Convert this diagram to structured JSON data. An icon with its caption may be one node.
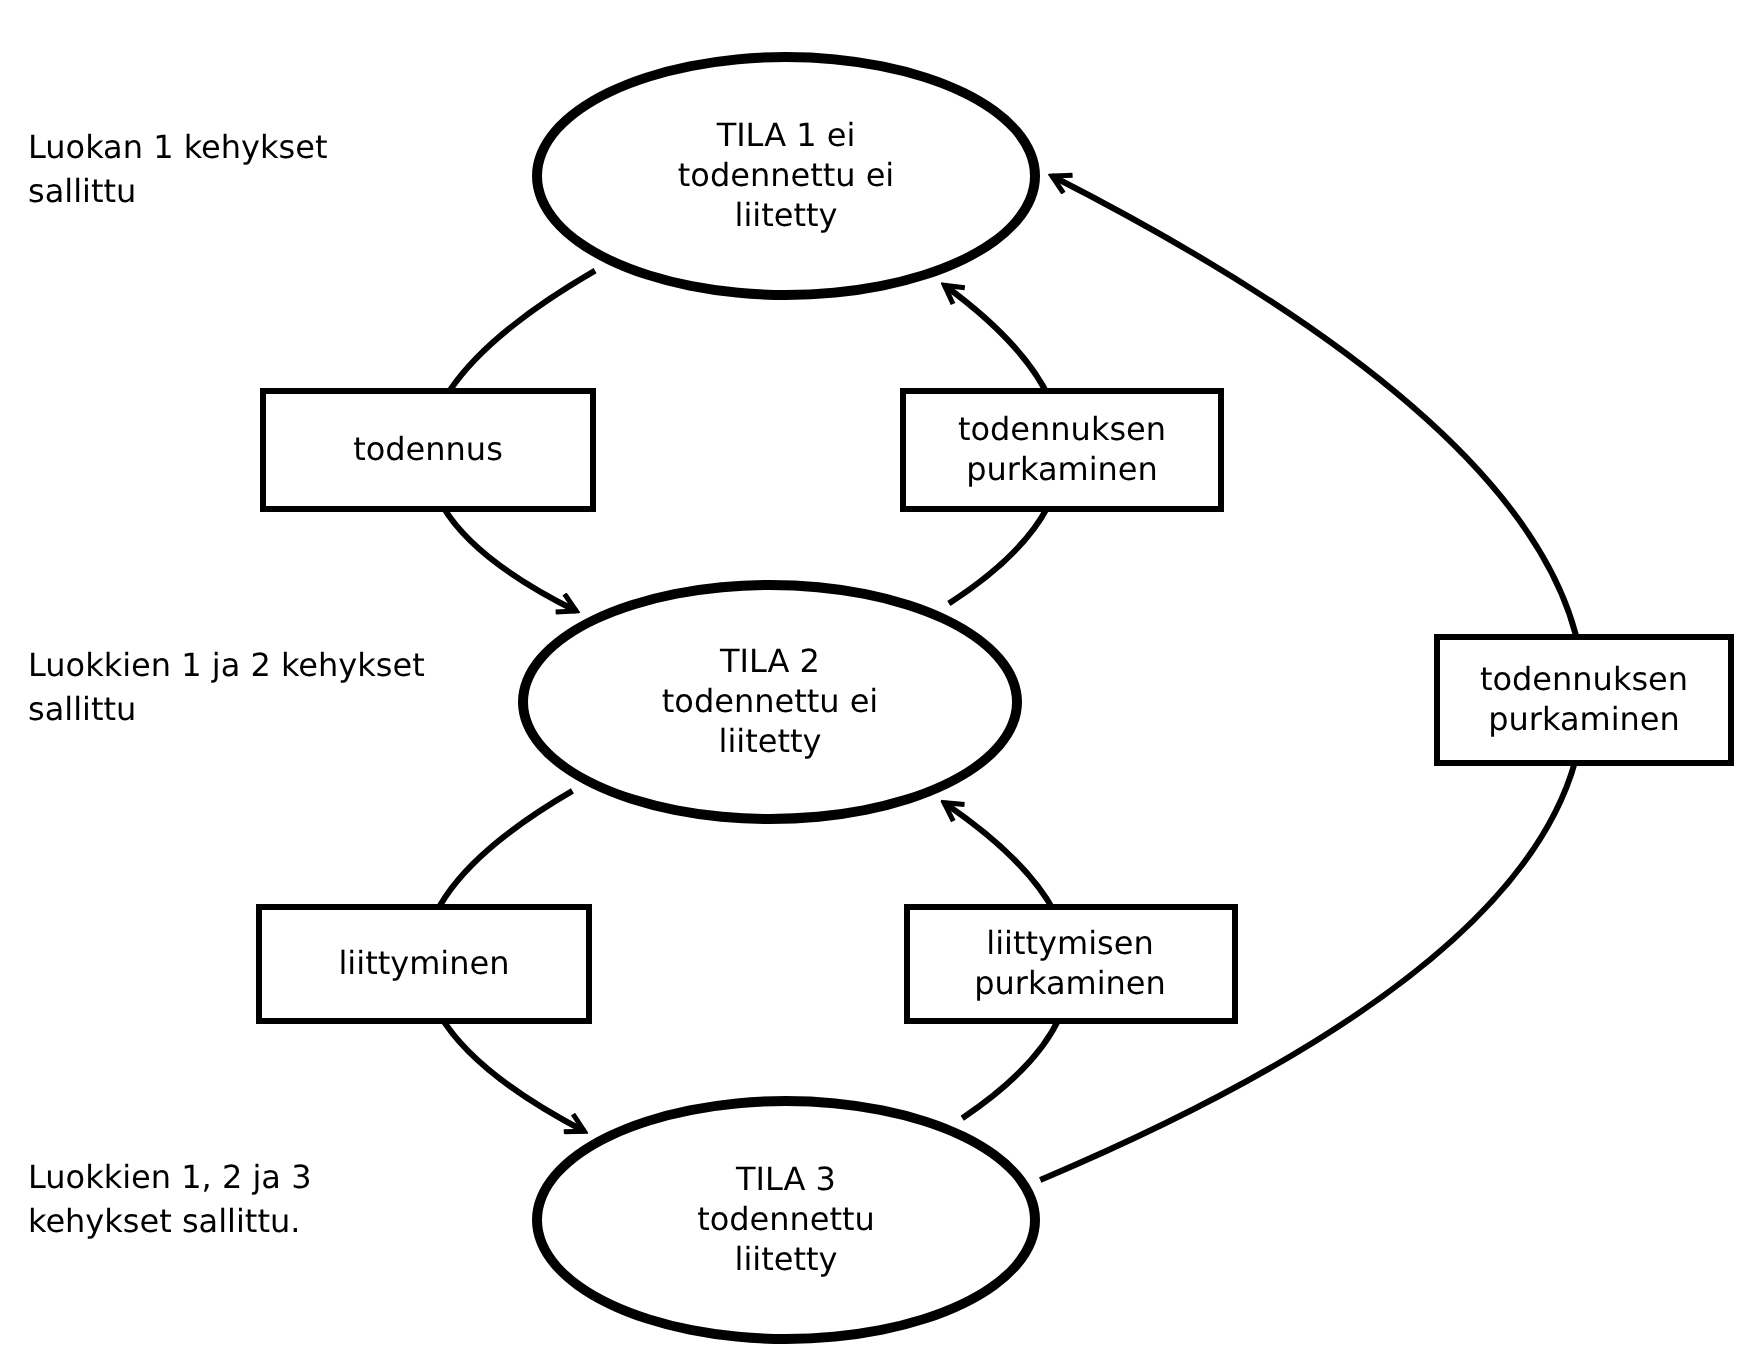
{
  "diagram": {
    "nodes": [
      {
        "text": [
          "TILA 1 ei todennettu ei liitetty"
        ]
      },
      {
        "text": [
          "TILA 2 todennettu ei liitetty"
        ]
      },
      {
        "text": [
          "TILA 3 todennettu liitetty"
        ]
      }
    ],
    "edges": [
      {
        "from": 0,
        "to": 1,
        "arrow": "to",
        "label": "todennus"
      },
      {
        "from": 1,
        "to": 0,
        "arrow": "to",
        "label": "todennuksen purkaminen"
      },
      {
        "from": 1,
        "to": 2,
        "arrow": "to",
        "label": "liittyminen"
      },
      {
        "from": 2,
        "to": 1,
        "arrow": "to",
        "label": "liittymisen purkaminen"
      },
      {
        "from": 2,
        "to": 0,
        "arrow": "to",
        "label": "todennuksen purkaminen"
      }
    ],
    "labels": [
      "Luokan 1 kehykset sallittu",
      "Luokkien 1 ja 2 kehykset sallittu",
      "Luokkien 1, 2 ja 3 kehykset sallittu."
    ]
  }
}
